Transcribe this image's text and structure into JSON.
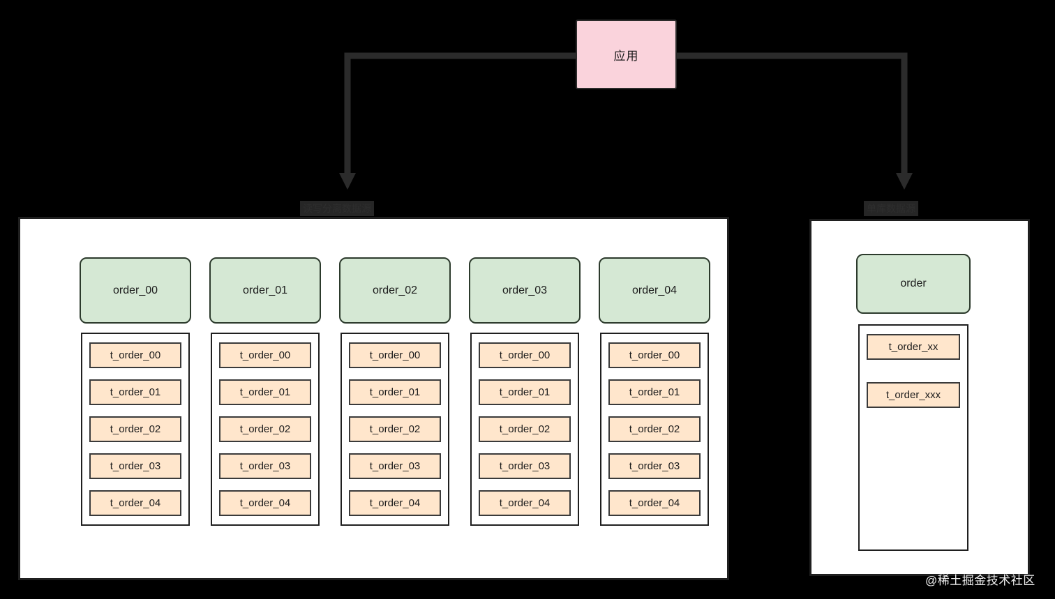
{
  "diagram": {
    "background_color": "#000000",
    "app": {
      "label": "应用",
      "fill": "#fad3dc",
      "stroke": "#2b2b2b"
    },
    "edges": [
      {
        "name": "left-edge-label",
        "label": "读写分离数据源"
      },
      {
        "name": "right-edge-label",
        "label": "单库数据源"
      }
    ],
    "sharded_container": {
      "fill": "#ffffff",
      "stroke": "#1f1f1f",
      "columns": [
        {
          "db": "order_00",
          "tables": [
            "t_order_00",
            "t_order_01",
            "t_order_02",
            "t_order_03",
            "t_order_04"
          ]
        },
        {
          "db": "order_01",
          "tables": [
            "t_order_00",
            "t_order_01",
            "t_order_02",
            "t_order_03",
            "t_order_04"
          ]
        },
        {
          "db": "order_02",
          "tables": [
            "t_order_00",
            "t_order_01",
            "t_order_02",
            "t_order_03",
            "t_order_04"
          ]
        },
        {
          "db": "order_03",
          "tables": [
            "t_order_00",
            "t_order_01",
            "t_order_02",
            "t_order_03",
            "t_order_04"
          ]
        },
        {
          "db": "order_04",
          "tables": [
            "t_order_00",
            "t_order_01",
            "t_order_02",
            "t_order_03",
            "t_order_04"
          ]
        }
      ]
    },
    "single_container": {
      "fill": "#ffffff",
      "stroke": "#1f1f1f",
      "db": "order",
      "tables": [
        "t_order_xx",
        "t_order_xxx"
      ]
    },
    "colors": {
      "db_fill": "#d5e8d4",
      "db_stroke": "#2c3a2c",
      "table_fill": "#ffe6cc",
      "table_stroke": "#3a3a3a",
      "connector": "#2b2b2b"
    },
    "watermark": "@稀土掘金技术社区"
  }
}
